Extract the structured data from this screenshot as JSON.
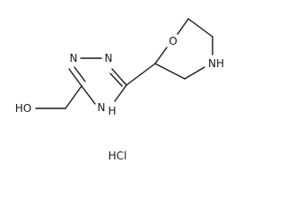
{
  "atoms": {
    "n_triazole_1": "N",
    "n_triazole_2": "N",
    "nh_triazole": "N",
    "h_triazole": "H",
    "o_morpholine": "O",
    "nh_morpholine": "NH",
    "ho_group": "HO"
  },
  "salt": "HCl"
}
